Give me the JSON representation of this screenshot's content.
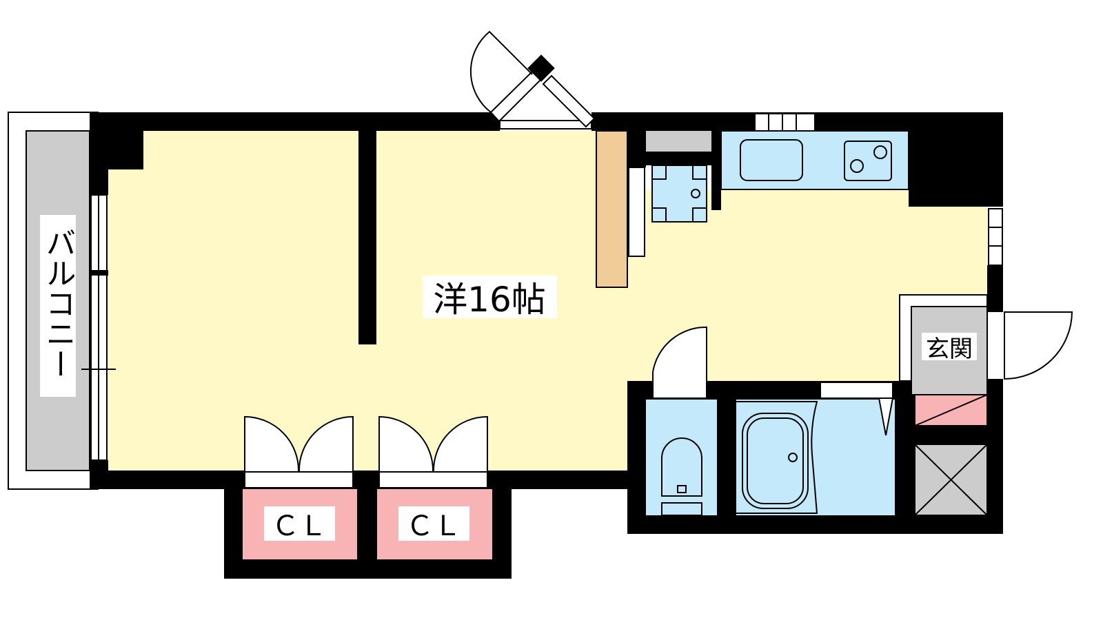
{
  "labels": {
    "balcony": "バルコニー",
    "western_room": "洋16帖",
    "entrance": "玄関",
    "closet_1": "ＣＬ",
    "closet_2": "ＣＬ"
  },
  "colors": {
    "wall": "#000000",
    "floor": "#FFF9C8",
    "wet_area": "#C3E9FA",
    "closet": "#F8B4B4",
    "gray": "#CCCCCC",
    "counter": "#F0CC98"
  }
}
